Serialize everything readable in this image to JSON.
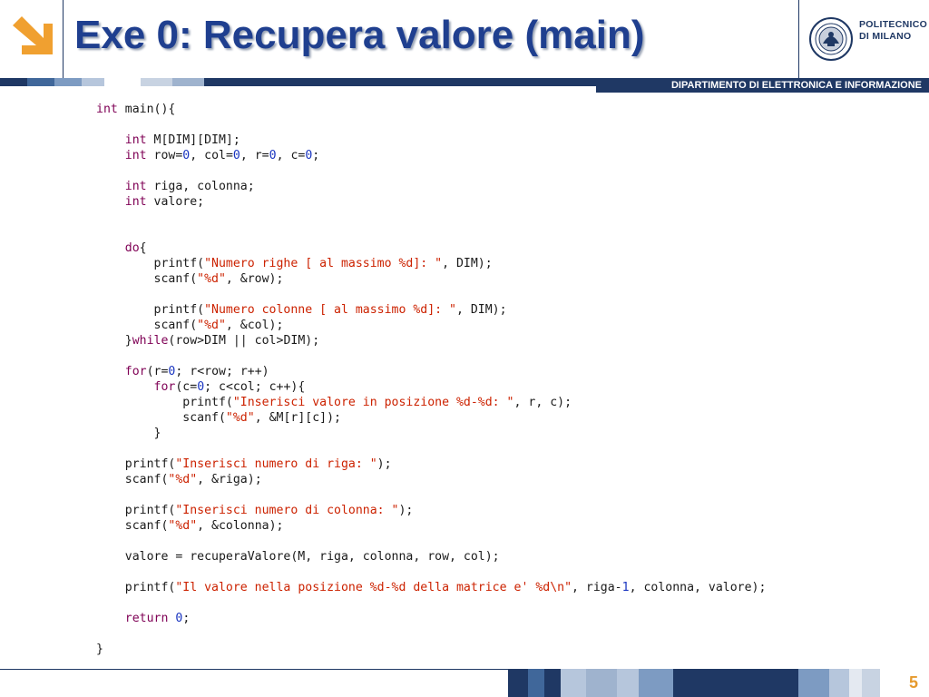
{
  "slide": {
    "title": "Exe 0: Recupera valore (main)",
    "page_number": "5"
  },
  "institution": {
    "name_line1": "POLITECNICO",
    "name_line2": "DI MILANO",
    "department": "DIPARTIMENTO DI ELETTRONICA E INFORMAZIONE"
  },
  "icons": {
    "corner": "orange-arrow-icon",
    "seal": "politecnico-seal-icon"
  },
  "colors": {
    "title": "#1f3f8f",
    "brand_dark": "#1f3864",
    "accent_orange": "#f0a030",
    "keyword": "#7f0055",
    "string": "#cc2200",
    "number": "#1a35c0"
  },
  "code_lines": [
    [
      [
        "kw",
        "int"
      ],
      [
        "t",
        " main(){"
      ]
    ],
    [],
    [
      [
        "t",
        "    "
      ],
      [
        "kw",
        "int"
      ],
      [
        "t",
        " M[DIM][DIM];"
      ]
    ],
    [
      [
        "t",
        "    "
      ],
      [
        "kw",
        "int"
      ],
      [
        "t",
        " row="
      ],
      [
        "num",
        "0"
      ],
      [
        "t",
        ", col="
      ],
      [
        "num",
        "0"
      ],
      [
        "t",
        ", r="
      ],
      [
        "num",
        "0"
      ],
      [
        "t",
        ", c="
      ],
      [
        "num",
        "0"
      ],
      [
        "t",
        ";"
      ]
    ],
    [],
    [
      [
        "t",
        "    "
      ],
      [
        "kw",
        "int"
      ],
      [
        "t",
        " riga, colonna;"
      ]
    ],
    [
      [
        "t",
        "    "
      ],
      [
        "kw",
        "int"
      ],
      [
        "t",
        " valore;"
      ]
    ],
    [],
    [],
    [
      [
        "t",
        "    "
      ],
      [
        "kw",
        "do"
      ],
      [
        "t",
        "{"
      ]
    ],
    [
      [
        "t",
        "        printf("
      ],
      [
        "str",
        "\"Numero righe [ al massimo %d]: \""
      ],
      [
        "t",
        ", DIM);"
      ]
    ],
    [
      [
        "t",
        "        scanf("
      ],
      [
        "str",
        "\"%d\""
      ],
      [
        "t",
        ", &row);"
      ]
    ],
    [],
    [
      [
        "t",
        "        printf("
      ],
      [
        "str",
        "\"Numero colonne [ al massimo %d]: \""
      ],
      [
        "t",
        ", DIM);"
      ]
    ],
    [
      [
        "t",
        "        scanf("
      ],
      [
        "str",
        "\"%d\""
      ],
      [
        "t",
        ", &col);"
      ]
    ],
    [
      [
        "t",
        "    }"
      ],
      [
        "kw",
        "while"
      ],
      [
        "t",
        "(row>DIM || col>DIM);"
      ]
    ],
    [],
    [
      [
        "t",
        "    "
      ],
      [
        "kw",
        "for"
      ],
      [
        "t",
        "(r="
      ],
      [
        "num",
        "0"
      ],
      [
        "t",
        "; r<row; r++)"
      ]
    ],
    [
      [
        "t",
        "        "
      ],
      [
        "kw",
        "for"
      ],
      [
        "t",
        "(c="
      ],
      [
        "num",
        "0"
      ],
      [
        "t",
        "; c<col; c++){"
      ]
    ],
    [
      [
        "t",
        "            printf("
      ],
      [
        "str",
        "\"Inserisci valore in posizione %d-%d: \""
      ],
      [
        "t",
        ", r, c);"
      ]
    ],
    [
      [
        "t",
        "            scanf("
      ],
      [
        "str",
        "\"%d\""
      ],
      [
        "t",
        ", &M[r][c]);"
      ]
    ],
    [
      [
        "t",
        "        }"
      ]
    ],
    [],
    [
      [
        "t",
        "    printf("
      ],
      [
        "str",
        "\"Inserisci numero di riga: \""
      ],
      [
        "t",
        ");"
      ]
    ],
    [
      [
        "t",
        "    scanf("
      ],
      [
        "str",
        "\"%d\""
      ],
      [
        "t",
        ", &riga);"
      ]
    ],
    [],
    [
      [
        "t",
        "    printf("
      ],
      [
        "str",
        "\"Inserisci numero di colonna: \""
      ],
      [
        "t",
        ");"
      ]
    ],
    [
      [
        "t",
        "    scanf("
      ],
      [
        "str",
        "\"%d\""
      ],
      [
        "t",
        ", &colonna);"
      ]
    ],
    [],
    [
      [
        "t",
        "    valore = recuperaValore(M, riga, colonna, row, col);"
      ]
    ],
    [],
    [
      [
        "t",
        "    printf("
      ],
      [
        "str",
        "\"Il valore nella posizione %d-%d della matrice e' %d\\n\""
      ],
      [
        "t",
        ", riga-"
      ],
      [
        "num",
        "1"
      ],
      [
        "t",
        ", colonna, valore);"
      ]
    ],
    [],
    [
      [
        "t",
        "    "
      ],
      [
        "kw",
        "return"
      ],
      [
        "t",
        " "
      ],
      [
        "num",
        "0"
      ],
      [
        "t",
        ";"
      ]
    ],
    [],
    [
      [
        "t",
        "}"
      ]
    ]
  ]
}
